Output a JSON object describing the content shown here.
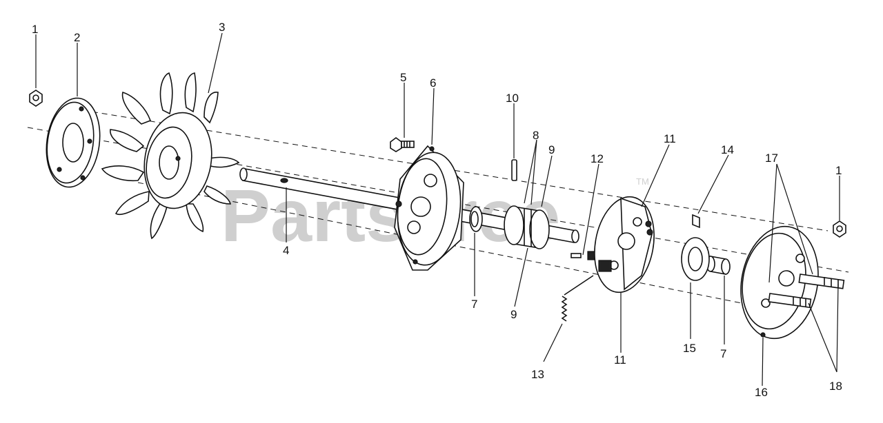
{
  "watermark": {
    "text": "PartsTree",
    "mark": "TM"
  },
  "callouts": {
    "n1a": "1",
    "n2": "2",
    "n3": "3",
    "n4": "4",
    "n5": "5",
    "n6": "6",
    "n7a": "7",
    "n7b": "7",
    "n8": "8",
    "n9a": "9",
    "n9b": "9",
    "n10": "10",
    "n11a": "11",
    "n11b": "11",
    "n12": "12",
    "n13": "13",
    "n14": "14",
    "n15": "15",
    "n16": "16",
    "n17": "17",
    "n18": "18",
    "n1b": "1"
  }
}
